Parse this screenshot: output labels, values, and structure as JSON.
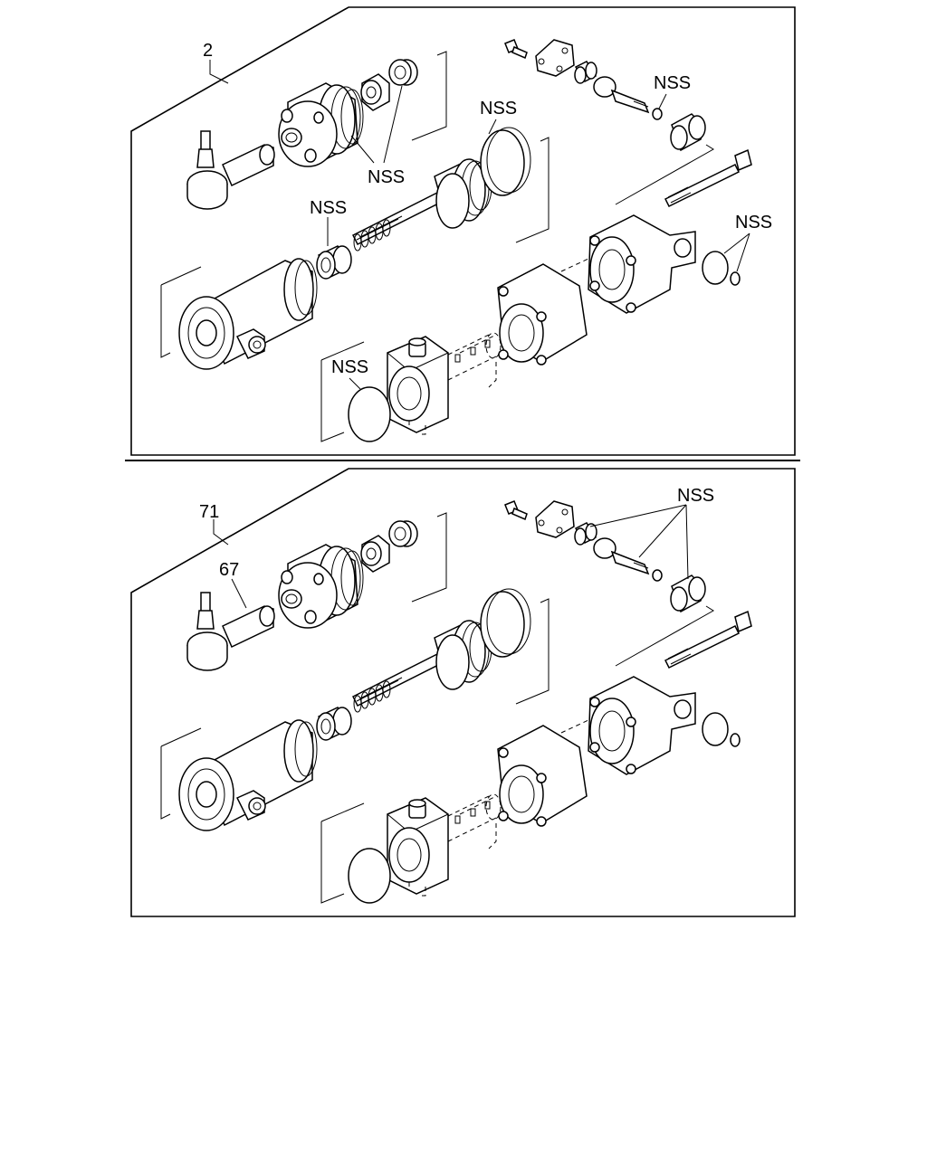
{
  "panels": [
    {
      "assembly_callout": "2",
      "part_callouts": [],
      "nss_labels": [
        "NSS",
        "NSS",
        "NSS",
        "NSS",
        "NSS",
        "NSS"
      ]
    },
    {
      "assembly_callout": "71",
      "part_callouts": [
        "67"
      ],
      "nss_labels": [
        "NSS"
      ]
    }
  ]
}
